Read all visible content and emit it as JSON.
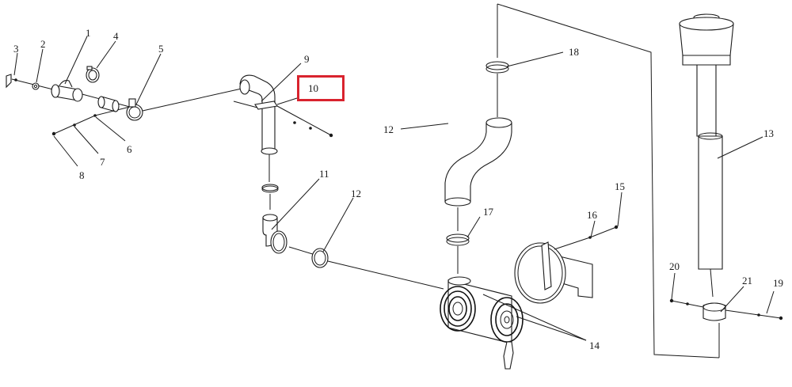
{
  "diagram": {
    "labels": {
      "l1": "1",
      "l2": "2",
      "l3": "3",
      "l4": "4",
      "l5": "5",
      "l6": "6",
      "l7": "7",
      "l8": "8",
      "l9": "9",
      "l10": "10",
      "l11": "11",
      "l12a": "12",
      "l12b": "12",
      "l13": "13",
      "l14": "14",
      "l15": "15",
      "l16": "16",
      "l17": "17",
      "l18": "18",
      "l19": "19",
      "l20": "20",
      "l21": "21"
    },
    "highlight_color": "#d9232e"
  }
}
